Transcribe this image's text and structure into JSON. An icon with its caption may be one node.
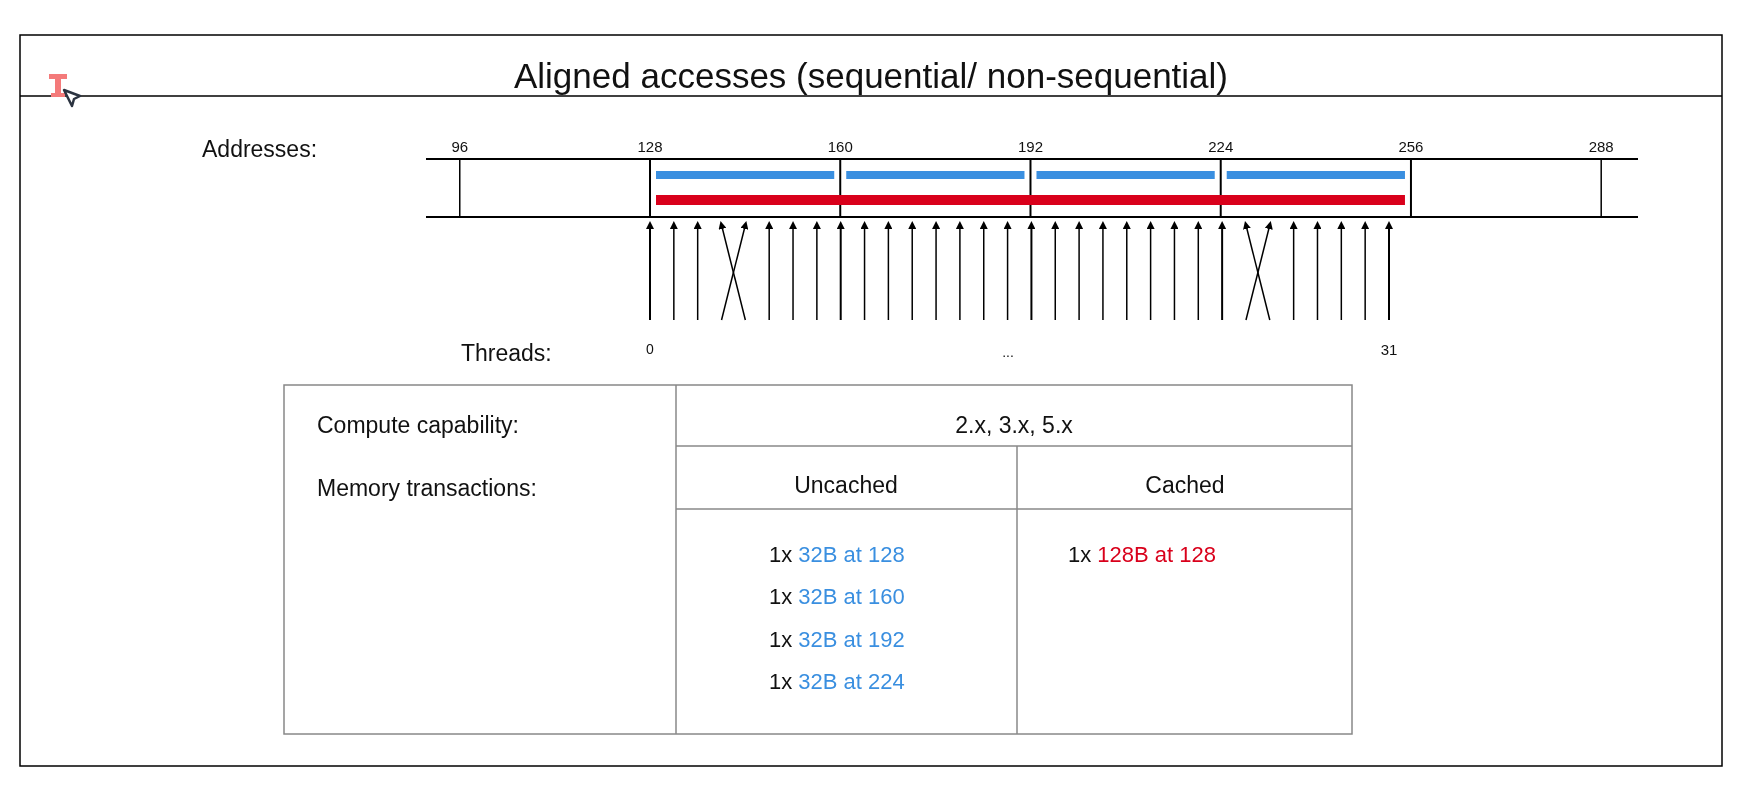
{
  "diagram": {
    "title": "Aligned accesses (sequential/ non-sequential)",
    "labels": [
      "Addresses:",
      "96",
      "128",
      "160",
      "192",
      "224",
      "256",
      "288",
      "Threads:",
      "0",
      "...",
      "31",
      "Compute capability:",
      "2.x, 3.x, 5.x",
      "Memory transactions:",
      "Uncached",
      "Cached",
      "1x 32B at 128",
      "1x 128B at 128",
      "1x 32B at 160",
      "1x 32B at 192",
      "1x 32B at 224"
    ]
  }
}
